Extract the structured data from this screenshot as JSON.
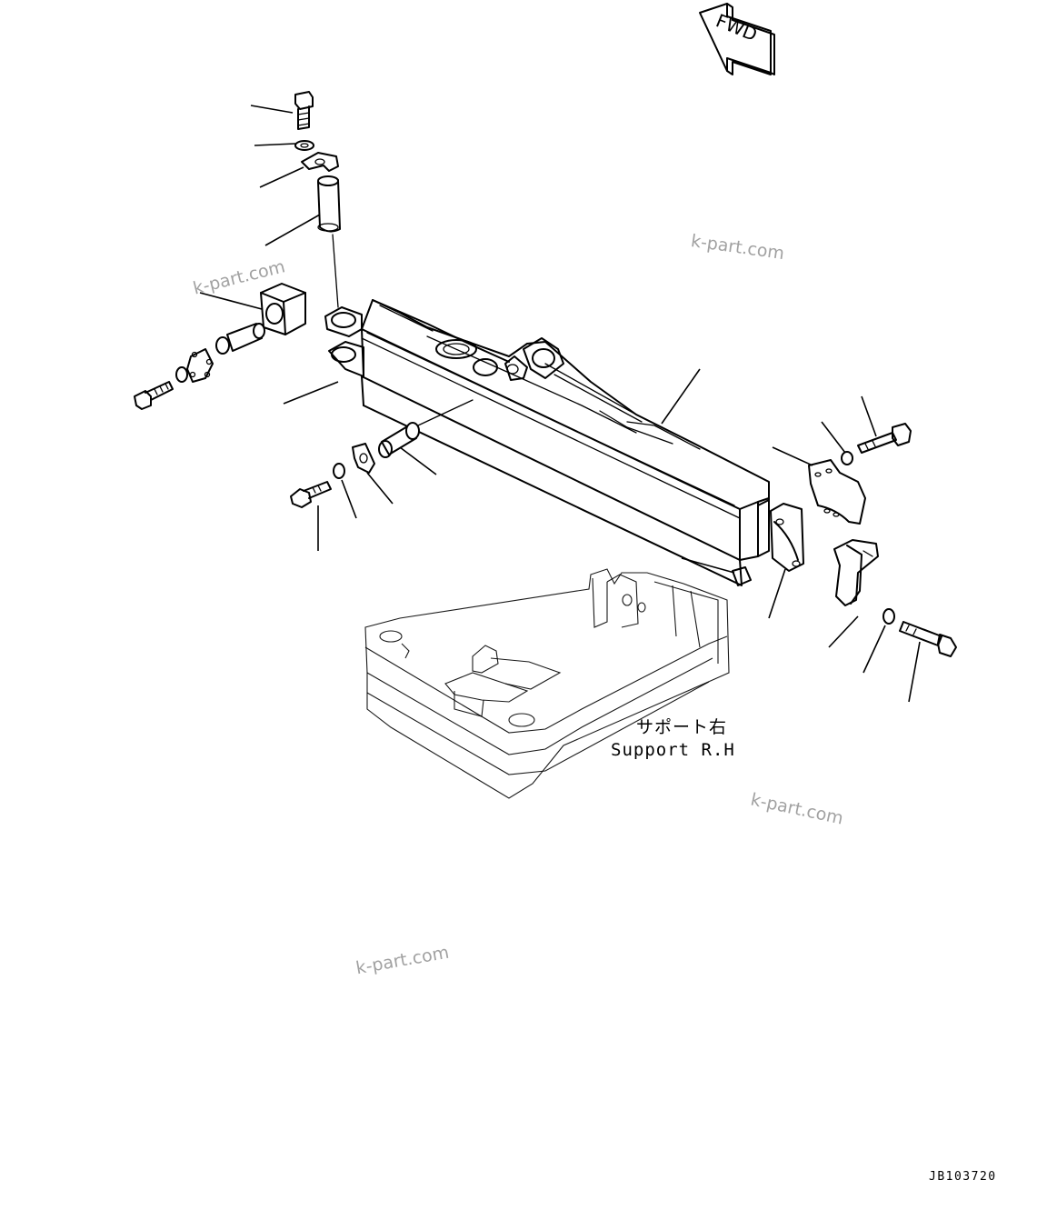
{
  "direction_marker": {
    "label": "FWD"
  },
  "callout_label": {
    "japanese": "サポート右",
    "english": "Support R.H"
  },
  "drawing_code": "JB103720",
  "watermarks": [
    "k-part.com",
    "k-part.com",
    "k-part.com",
    "k-part.com"
  ]
}
